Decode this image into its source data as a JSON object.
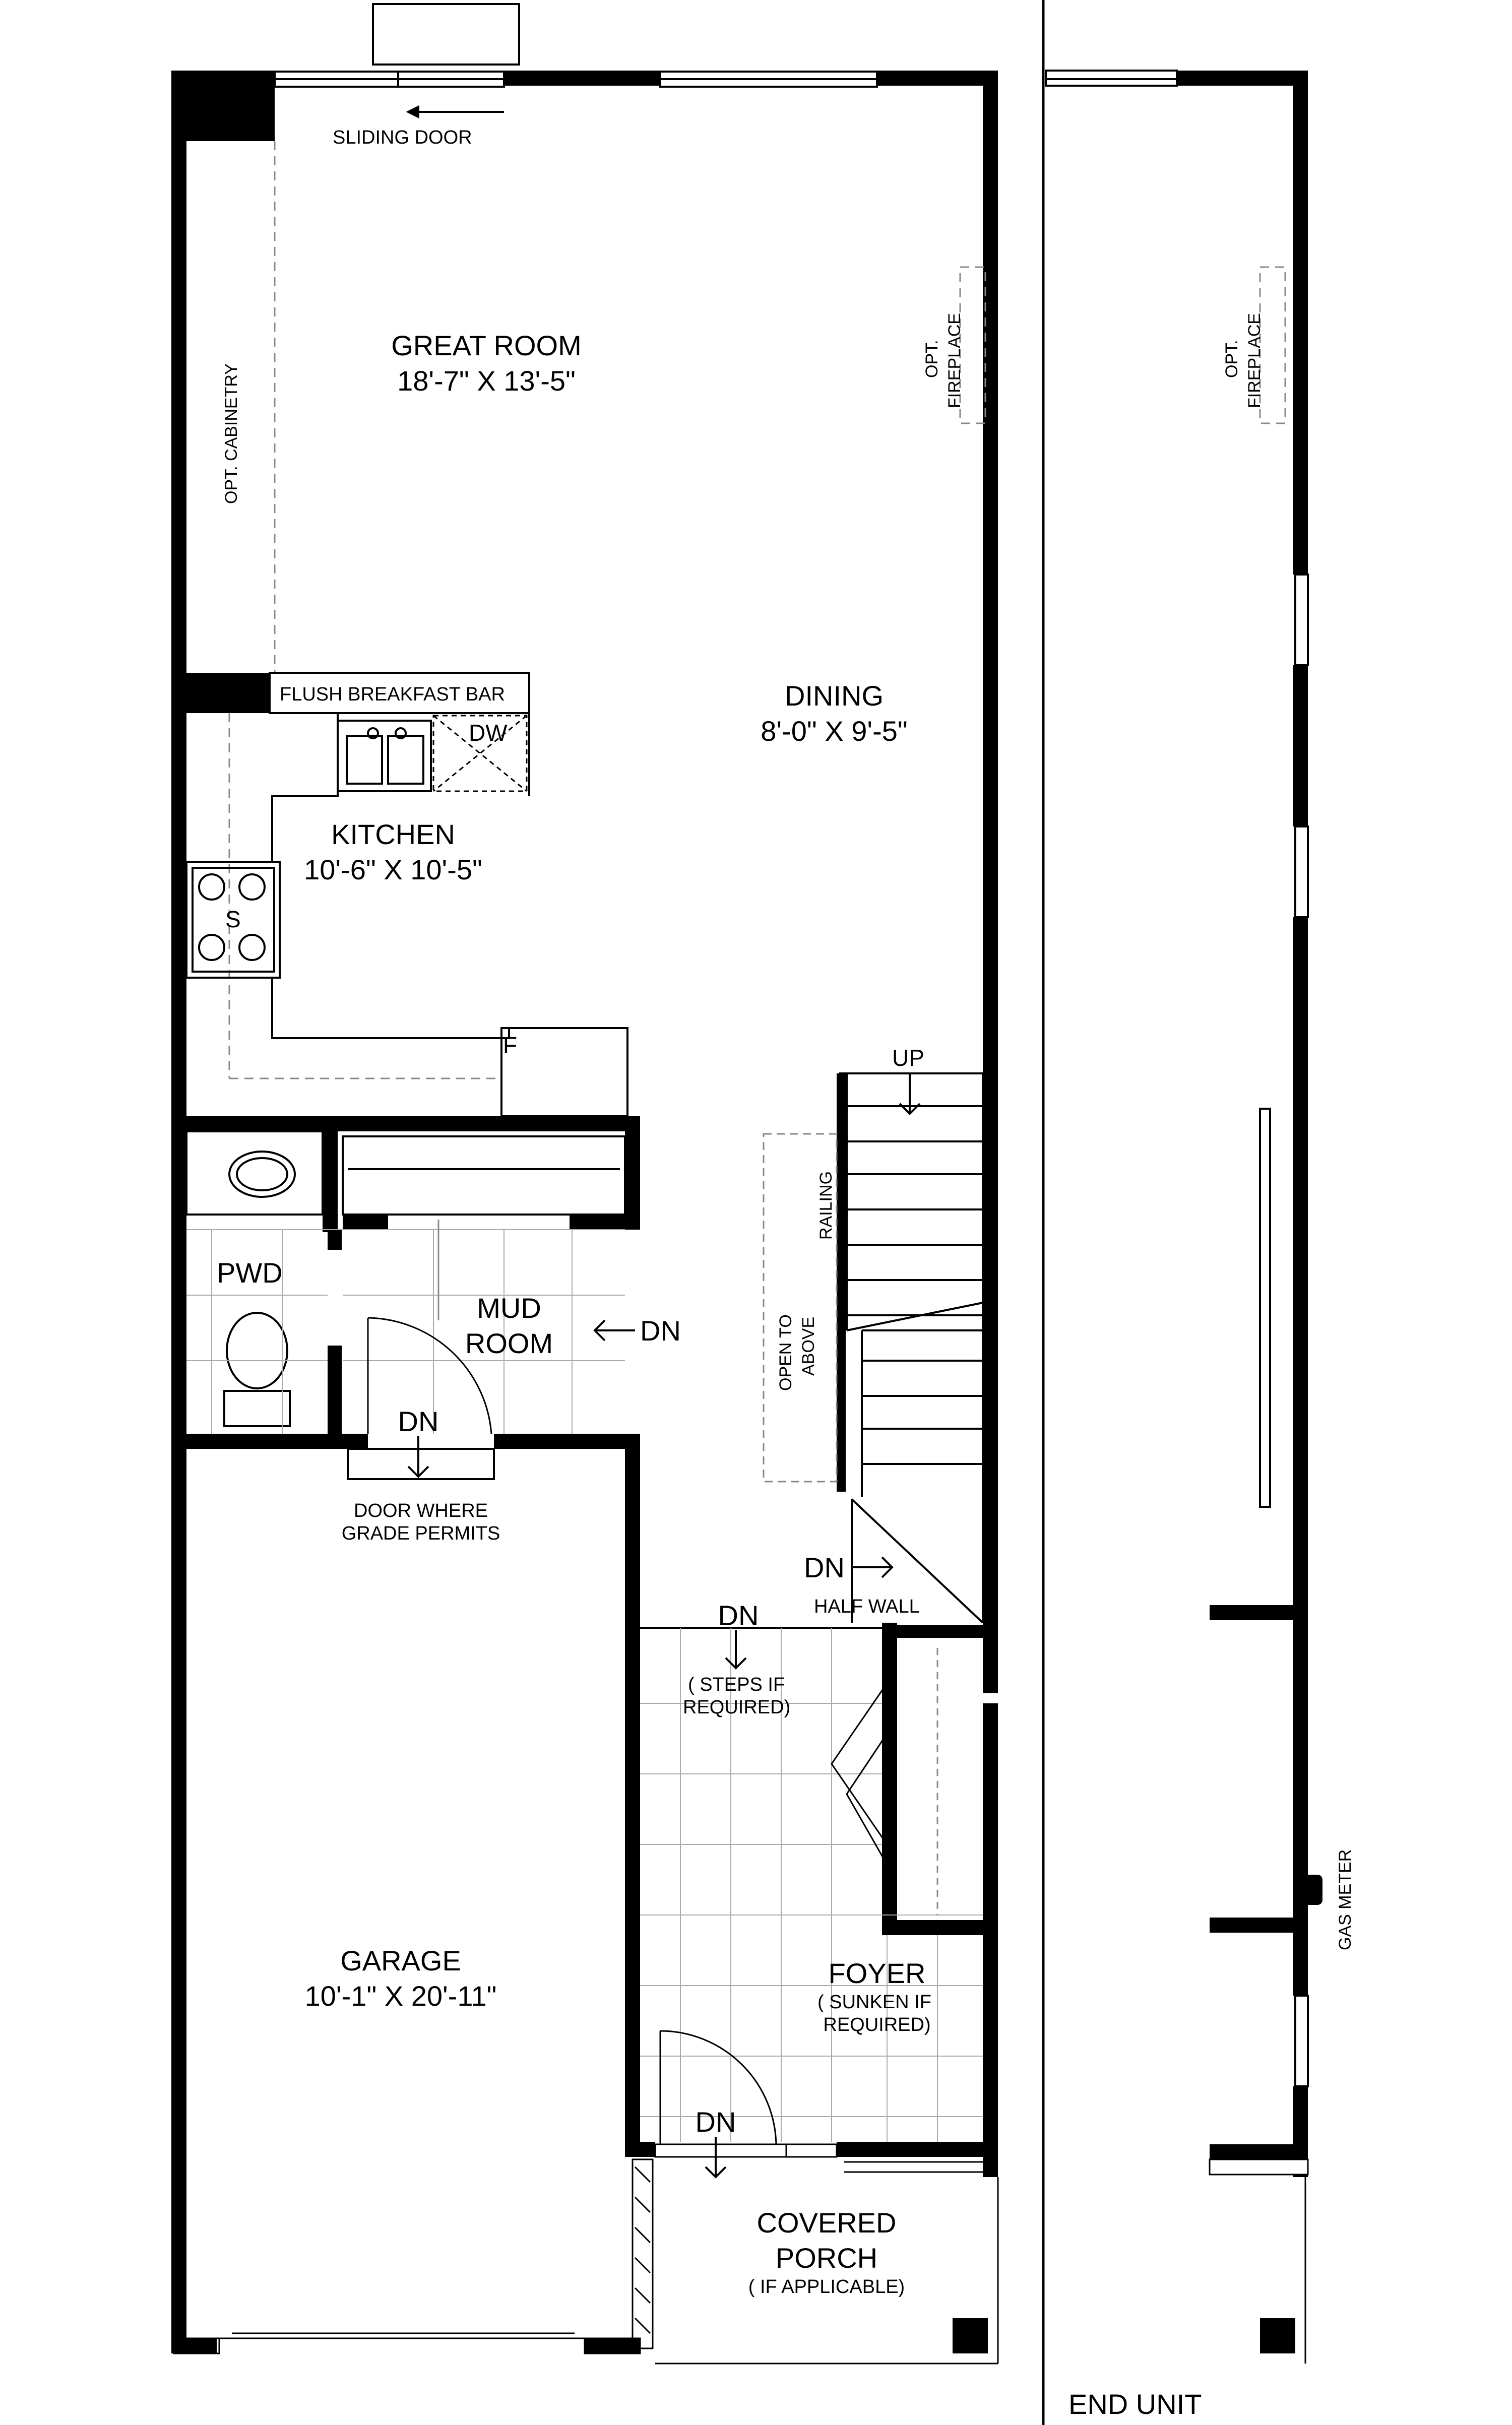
{
  "labels": {
    "sliding_door": "SLIDING DOOR",
    "great_room": "GREAT ROOM",
    "great_room_dim": "18'-7\" X 13'-5\"",
    "opt_cabinetry": "OPT. CABINETRY",
    "opt_fireplace_1": "OPT.",
    "opt_fireplace_2": "FIREPLACE",
    "flush_breakfast_bar": "FLUSH BREAKFAST BAR",
    "dw": "DW",
    "dining": "DINING",
    "dining_dim": "8'-0\" X 9'-5\"",
    "kitchen": "KITCHEN",
    "kitchen_dim": "10'-6\" X 10'-5\"",
    "stove": "S",
    "fridge": "F",
    "up": "UP",
    "railing": "RAILING",
    "open_to_above_1": "OPEN TO",
    "open_to_above_2": "ABOVE",
    "pwd": "PWD",
    "mud_room_1": "MUD",
    "mud_room_2": "ROOM",
    "dn": "DN",
    "door_where_1": "DOOR WHERE",
    "door_where_2": "GRADE PERMITS",
    "half_wall": "HALF WALL",
    "steps_if_1": "( STEPS IF",
    "steps_if_2": "REQUIRED)",
    "garage": "GARAGE",
    "garage_dim": "10'-1\" X 20'-11\"",
    "foyer": "FOYER",
    "sunken_1": "( SUNKEN IF",
    "sunken_2": "REQUIRED)",
    "covered_porch_1": "COVERED",
    "covered_porch_2": "PORCH",
    "if_applicable": "( IF APPLICABLE)",
    "gas_meter": "GAS METER",
    "end_unit": "END UNIT"
  }
}
